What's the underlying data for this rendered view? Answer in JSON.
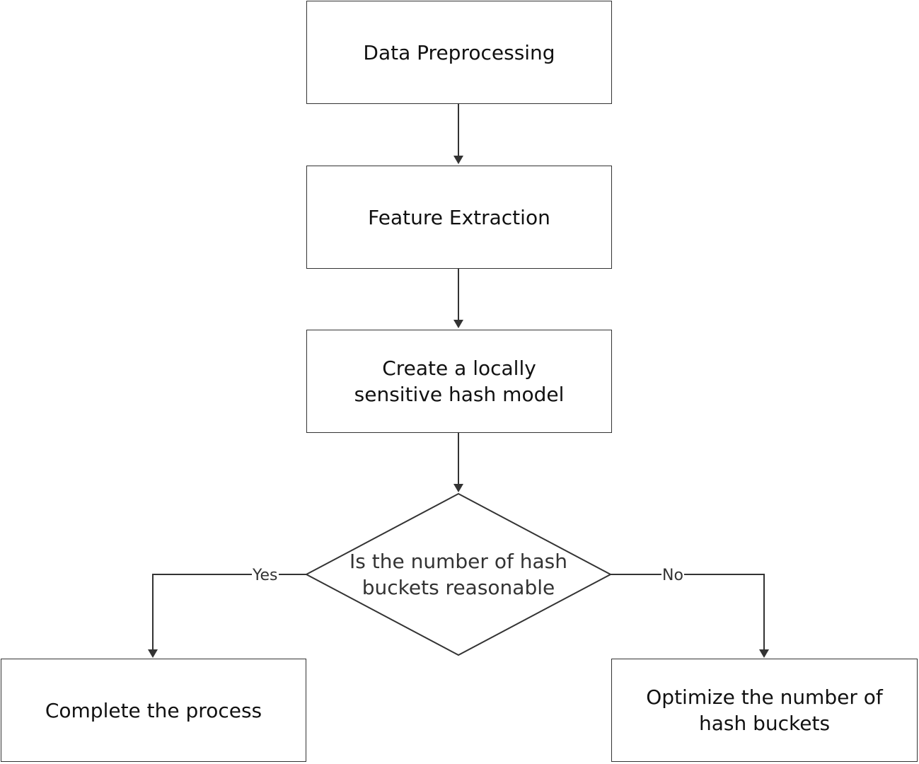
{
  "nodes": {
    "preprocess": "Data Preprocessing",
    "features": "Feature Extraction",
    "create_model": "Create a locally sensitive hash model",
    "decision": "Is the number of hash buckets reasonable",
    "complete": "Complete the process",
    "optimize": "Optimize the number of hash buckets"
  },
  "edges": {
    "yes_label": "Yes",
    "no_label": "No"
  },
  "colors": {
    "stroke": "#333333",
    "text": "#111111",
    "background": "#ffffff"
  }
}
